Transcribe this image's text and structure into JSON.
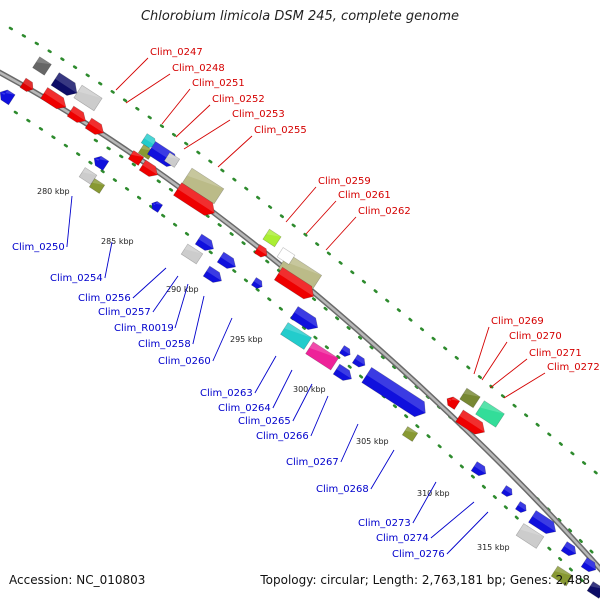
{
  "title": "Chlorobium limicola DSM 245, complete genome",
  "footer": {
    "accession": "Accession: NC_010803",
    "summary": "Topology: circular; Length: 2,763,181 bp; Genes: 2,488"
  },
  "colors": {
    "red_label": "#d40000",
    "blue_label": "#0000cc",
    "cyan_label": "#22bbdd",
    "backbone": "#8a8a8a",
    "dots": "#2e8b2e"
  },
  "kbp_labels": [
    "280 kbp",
    "285 kbp",
    "290 kbp",
    "295 kbp",
    "300 kbp",
    "305 kbp",
    "310 kbp",
    "315 kbp"
  ],
  "top_strand_labels": [
    "Clim_0247",
    "Clim_0248",
    "Clim_0251",
    "Clim_0252",
    "Clim_0253",
    "Clim_0255",
    "Clim_0259",
    "Clim_0261",
    "Clim_0262",
    "Clim_0269",
    "Clim_0270",
    "Clim_0271",
    "Clim_0272"
  ],
  "bottom_strand_labels": [
    "Clim_0250",
    "Clim_0254",
    "Clim_0256",
    "Clim_0257",
    "Clim_R0019",
    "Clim_0258",
    "Clim_0260",
    "Clim_0263",
    "Clim_0264",
    "Clim_0265",
    "Clim_0266",
    "Clim_0267",
    "Clim_0268",
    "Clim_0273",
    "Clim_0274",
    "Clim_0276"
  ]
}
